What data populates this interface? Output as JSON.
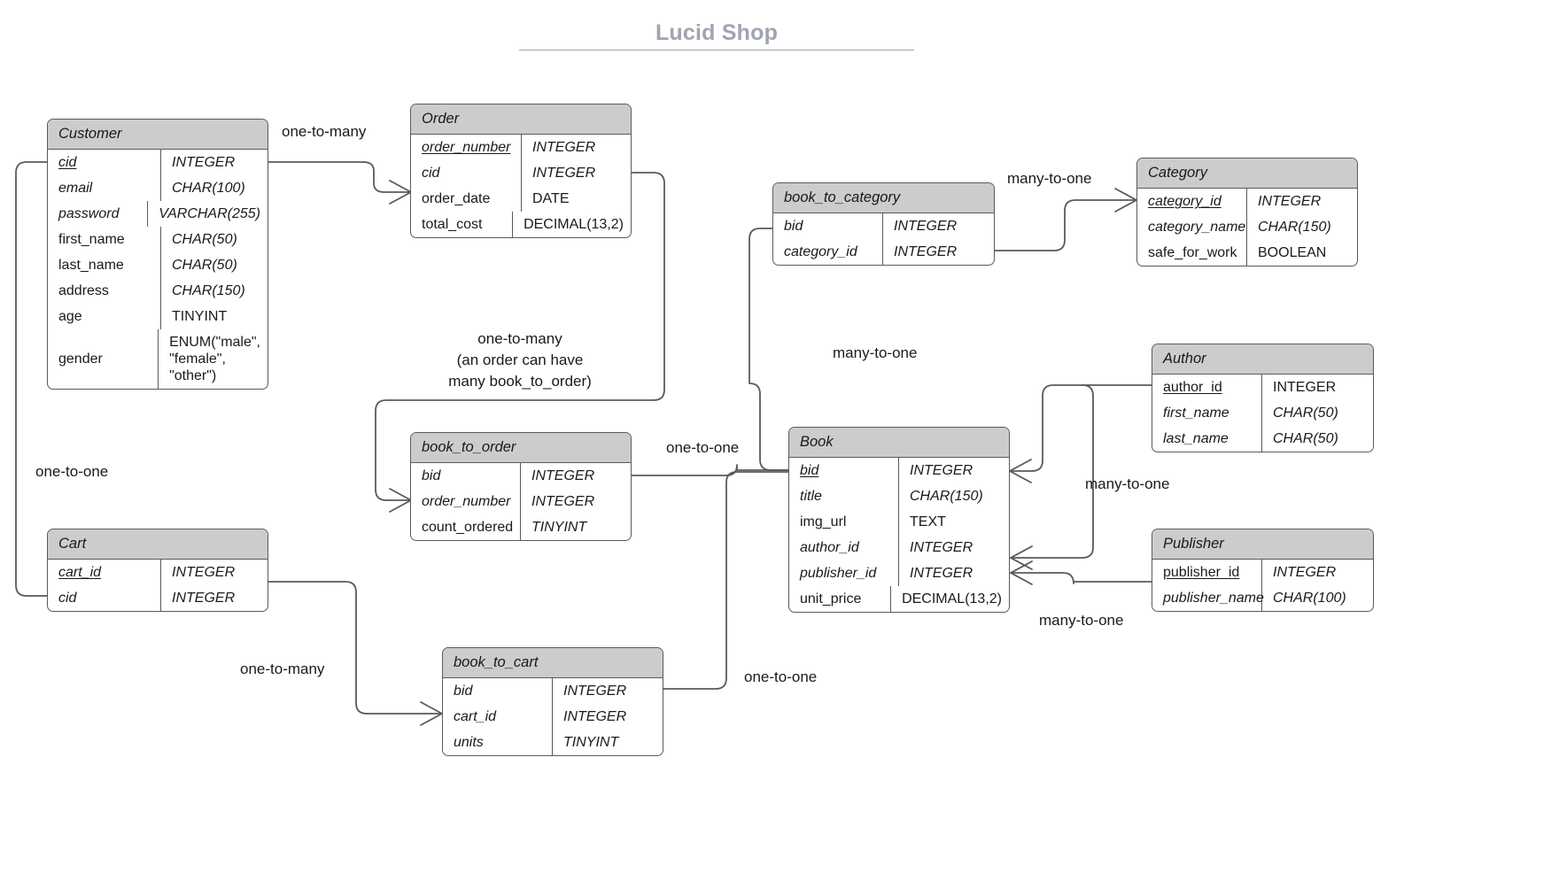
{
  "title": {
    "text": "Lucid Shop"
  },
  "diagram": {
    "kind": "entity-relationship-diagram",
    "header_color": "#cccccc",
    "border_color": "#5a5a5a",
    "title_color": "#9fa4b0"
  },
  "tables": {
    "customer": {
      "name": "Customer",
      "rows": [
        {
          "field": "cid",
          "type": "INTEGER"
        },
        {
          "field": "email",
          "type": "CHAR(100)"
        },
        {
          "field": "password",
          "type": "VARCHAR(255)"
        },
        {
          "field": "first_name",
          "type": "CHAR(50)"
        },
        {
          "field": "last_name",
          "type": "CHAR(50)"
        },
        {
          "field": "address",
          "type": "CHAR(150)"
        },
        {
          "field": "age",
          "type": "TINYINT"
        },
        {
          "field": "gender",
          "type": "ENUM(\"male\",\n\"female\",\n\"other\")"
        }
      ]
    },
    "order": {
      "name": "Order",
      "rows": [
        {
          "field": "order_number",
          "type": "INTEGER"
        },
        {
          "field": "cid",
          "type": "INTEGER"
        },
        {
          "field": "order_date",
          "type": "DATE"
        },
        {
          "field": "total_cost",
          "type": "DECIMAL(13,2)"
        }
      ]
    },
    "book_to_category": {
      "name": "book_to_category",
      "rows": [
        {
          "field": "bid",
          "type": "INTEGER"
        },
        {
          "field": "category_id",
          "type": "INTEGER"
        }
      ]
    },
    "category": {
      "name": "Category",
      "rows": [
        {
          "field": "category_id",
          "type": "INTEGER"
        },
        {
          "field": "category_name",
          "type": "CHAR(150)"
        },
        {
          "field": "safe_for_work",
          "type": "BOOLEAN"
        }
      ]
    },
    "author": {
      "name": "Author",
      "rows": [
        {
          "field": "author_id",
          "type": "INTEGER"
        },
        {
          "field": "first_name",
          "type": "CHAR(50)"
        },
        {
          "field": "last_name",
          "type": "CHAR(50)"
        }
      ]
    },
    "book_to_order": {
      "name": "book_to_order",
      "rows": [
        {
          "field": "bid",
          "type": "INTEGER"
        },
        {
          "field": "order_number",
          "type": "INTEGER"
        },
        {
          "field": "count_ordered",
          "type": "TINYINT"
        }
      ]
    },
    "book": {
      "name": "Book",
      "rows": [
        {
          "field": "bid",
          "type": "INTEGER"
        },
        {
          "field": "title",
          "type": "CHAR(150)"
        },
        {
          "field": "img_url",
          "type": "TEXT"
        },
        {
          "field": "author_id",
          "type": "INTEGER"
        },
        {
          "field": "publisher_id",
          "type": "INTEGER"
        },
        {
          "field": "unit_price",
          "type": "DECIMAL(13,2)"
        }
      ]
    },
    "publisher": {
      "name": "Publisher",
      "rows": [
        {
          "field": "publisher_id",
          "type": "INTEGER"
        },
        {
          "field": "publisher_name",
          "type": "CHAR(100)"
        }
      ]
    },
    "cart": {
      "name": "Cart",
      "rows": [
        {
          "field": "cart_id",
          "type": "INTEGER"
        },
        {
          "field": "cid",
          "type": "INTEGER"
        }
      ]
    },
    "book_to_cart": {
      "name": "book_to_cart",
      "rows": [
        {
          "field": "bid",
          "type": "INTEGER"
        },
        {
          "field": "cart_id",
          "type": "INTEGER"
        },
        {
          "field": "units",
          "type": "TINYINT"
        }
      ]
    }
  },
  "relationships": {
    "customer_order": "one-to-many",
    "order_book_to_order": "one-to-many\n(an order can have\nmany book_to_order)",
    "customer_cart": "one-to-one",
    "cart_book_to_cart": "one-to-many",
    "book_to_order_book": "one-to-one",
    "book_to_cart_book": "one-to-one",
    "book_to_category_category": "many-to-one",
    "book_book_to_category": "many-to-one",
    "book_author": "many-to-one",
    "book_publisher": "many-to-one"
  }
}
